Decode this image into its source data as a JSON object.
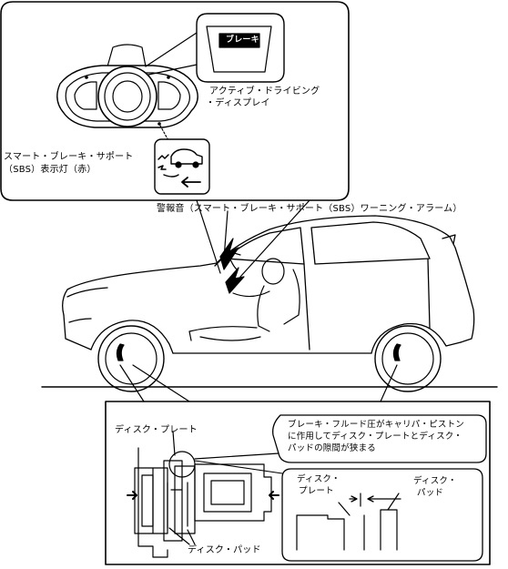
{
  "top_panel": {
    "display_text": "ブレーキ！",
    "adp_label_line1": "アクティブ・ドライビング",
    "adp_label_line2": "・ディスプレイ",
    "sbs_label_line1": "スマート・ブレーキ・サポート",
    "sbs_label_line2": "（SBS）表示灯（赤）"
  },
  "car_section": {
    "warning_sound_label": "警報音（スマート・ブレーキ・サポート（SBS）ワーニング・アラーム）"
  },
  "bottom_panel": {
    "disc_plate_label": "ディスク・プレート",
    "note_line1": "ブレーキ・フルード圧がキャリパ・ピストン",
    "note_line2": "に作用してディスク・プレートとディスク・",
    "note_line3": "パッドの隙間が狭まる",
    "disc_pad_label": "ディスク・パッド",
    "inset_plate_line1": "ディスク・",
    "inset_plate_line2": "プレート",
    "inset_pad_line1": "ディスク・",
    "inset_pad_line2": "パッド"
  },
  "colors": {
    "line": "#000000",
    "display_bg": "#000000",
    "display_text": "#ffffff",
    "background": "#ffffff"
  }
}
